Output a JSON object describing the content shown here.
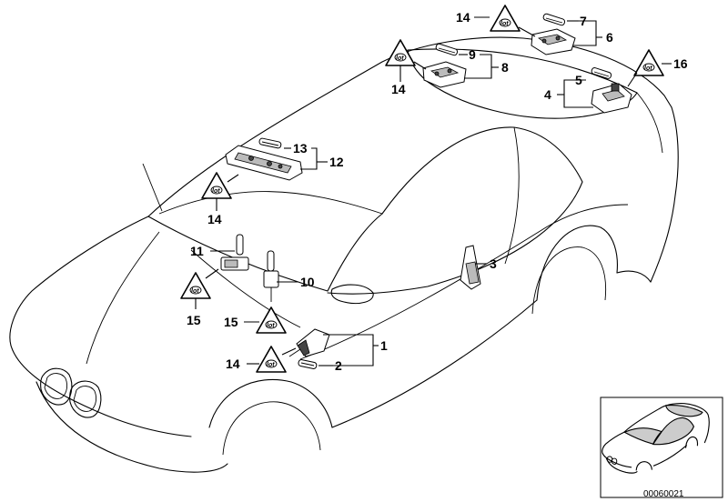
{
  "diagram": {
    "callouts": [
      {
        "id": "1",
        "label": "1"
      },
      {
        "id": "2",
        "label": "2"
      },
      {
        "id": "3",
        "label": "3"
      },
      {
        "id": "4",
        "label": "4"
      },
      {
        "id": "5",
        "label": "5"
      },
      {
        "id": "6",
        "label": "6"
      },
      {
        "id": "7",
        "label": "7"
      },
      {
        "id": "8",
        "label": "8"
      },
      {
        "id": "9",
        "label": "9"
      },
      {
        "id": "10",
        "label": "10"
      },
      {
        "id": "11",
        "label": "11"
      },
      {
        "id": "12",
        "label": "12"
      },
      {
        "id": "13",
        "label": "13"
      },
      {
        "id": "14a",
        "label": "14"
      },
      {
        "id": "14b",
        "label": "14"
      },
      {
        "id": "14c",
        "label": "14"
      },
      {
        "id": "14d",
        "label": "14"
      },
      {
        "id": "15a",
        "label": "15"
      },
      {
        "id": "15b",
        "label": "15"
      },
      {
        "id": "16",
        "label": "16"
      }
    ],
    "reference_number": "00060021"
  }
}
